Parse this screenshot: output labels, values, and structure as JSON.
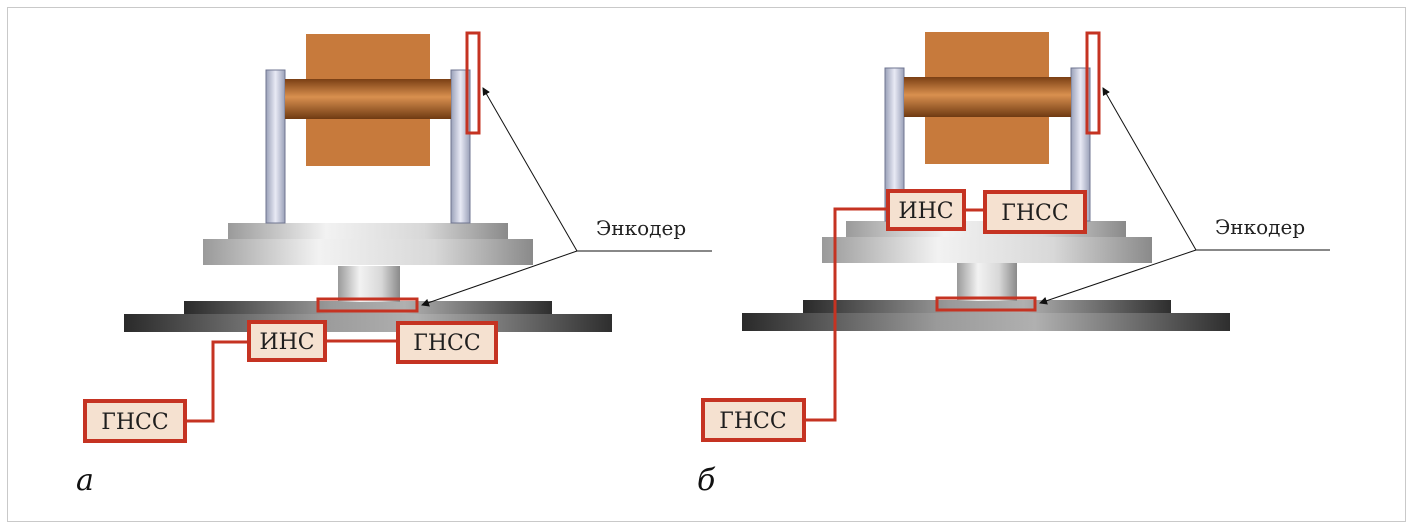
{
  "colors": {
    "copper": "#c77a3c",
    "box_fill": "#f5e1d0",
    "box_border": "#c53322",
    "wire": "#c53322",
    "steel_light": "#e6e6e6",
    "steel_dark": "#3c3c3c"
  },
  "panels": [
    {
      "letter": "а",
      "encoder_label": "Энкодер",
      "boxes": {
        "ins": "ИНС",
        "gnss_upper": "ГНСС",
        "gnss_remote": "ГНСС"
      }
    },
    {
      "letter": "б",
      "encoder_label": "Энкодер",
      "boxes": {
        "ins": "ИНС",
        "gnss_upper": "ГНСС",
        "gnss_remote": "ГНСС"
      }
    }
  ]
}
